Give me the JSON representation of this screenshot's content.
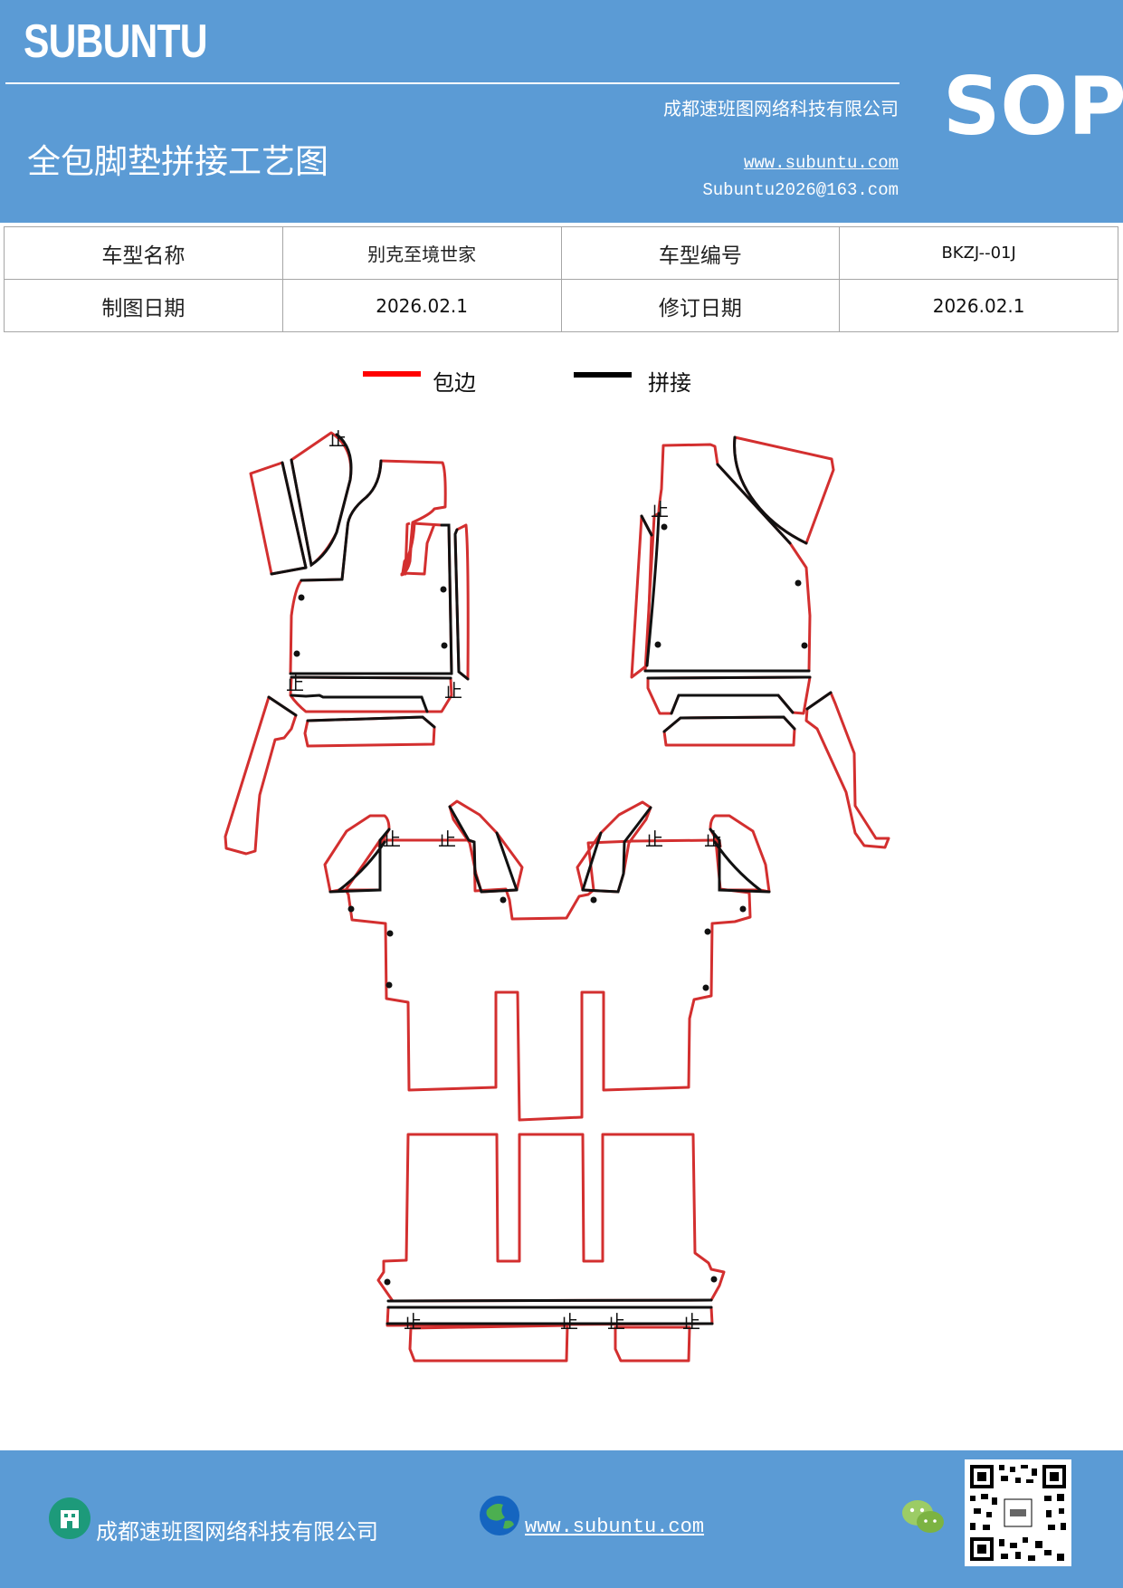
{
  "header": {
    "logo": "SUBUNTU",
    "company": "成都速班图网络科技有限公司",
    "title": "全包脚垫拼接工艺图",
    "website": "www.subuntu.com",
    "email": "Subuntu2026@163.com",
    "badge": "SOP"
  },
  "info_table": {
    "model_name_label": "车型名称",
    "model_name_value": "别克至境世家",
    "model_code_label": "车型编号",
    "model_code_value": "BKZJ--01J",
    "draw_date_label": "制图日期",
    "draw_date_value": "2026.02.1",
    "revise_date_label": "修订日期",
    "revise_date_value": "2026.02.1"
  },
  "legend": {
    "edge_label": "包边",
    "edge_color": "#ff0000",
    "seam_label": "拼接",
    "seam_color": "#000000"
  },
  "drawing": {
    "stop_mark": "止",
    "outline_color": "#d32f2f",
    "seam_color": "#111111"
  },
  "footer": {
    "company": "成都速班图网络科技有限公司",
    "website": "www.subuntu.com",
    "building_icon": "building-icon",
    "globe_icon": "globe-icon",
    "wechat_icon": "wechat-icon",
    "qr_icon": "qr-code-icon"
  }
}
